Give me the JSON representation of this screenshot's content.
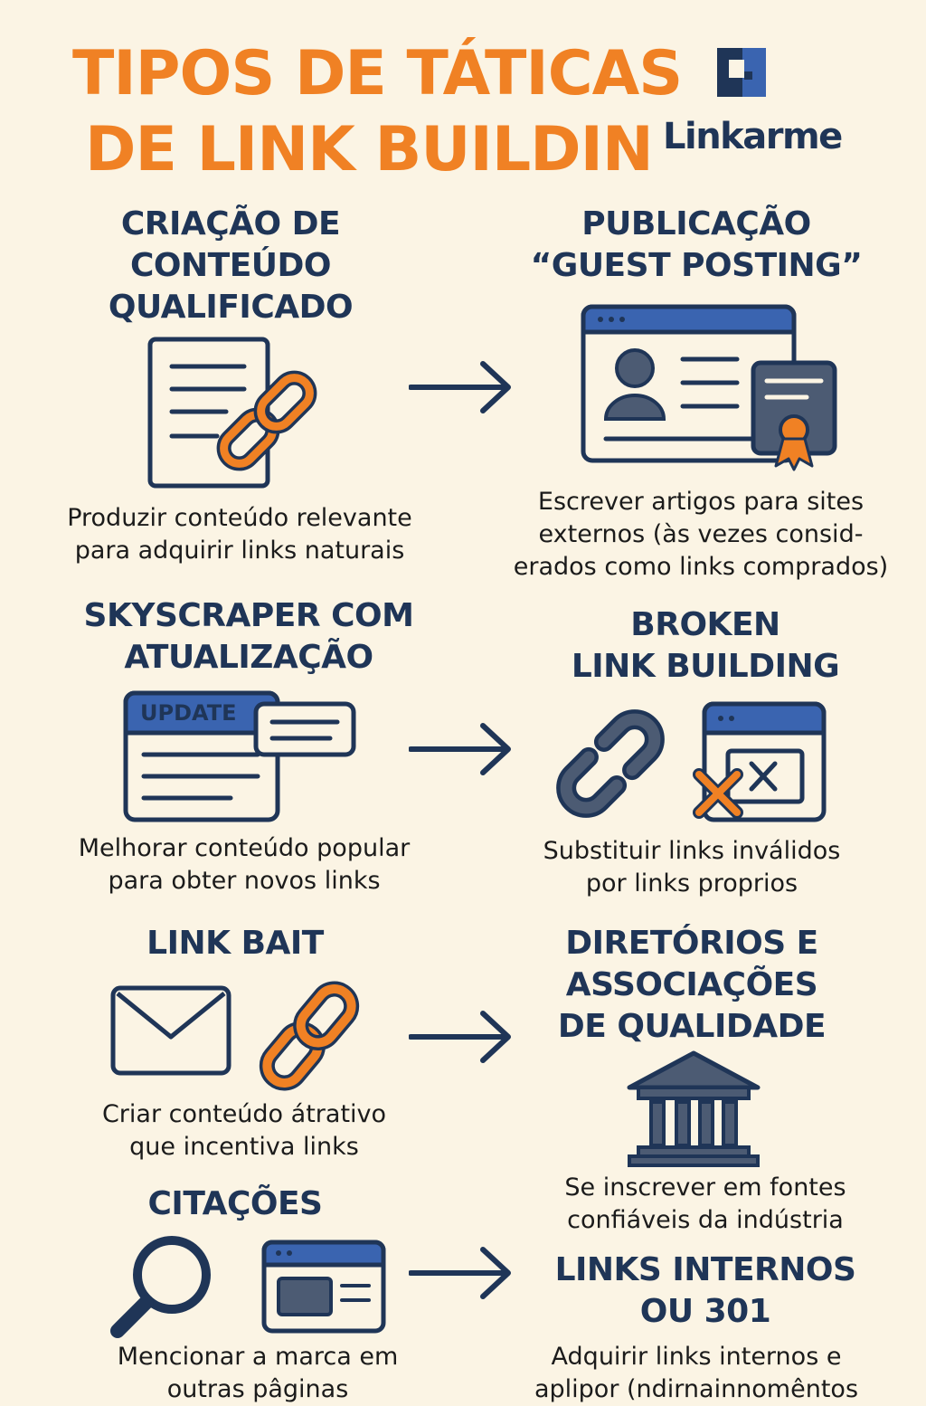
{
  "header": {
    "title_lines": [
      "TIPOS DE TÁTICAS",
      "DE LINK BUILDIN"
    ],
    "brand": "Linkarme"
  },
  "colors": {
    "background": "#fbf4e4",
    "title_orange": "#f08124",
    "navy": "#1f3557",
    "accent_blue": "#3a64b0",
    "icon_gray": "#4c5b73"
  },
  "tactics": [
    {
      "title_lines": [
        "CRIAÇÃO DE",
        "CONTEÚDO",
        "QUALIFICADO"
      ],
      "desc_lines": [
        "Produzir conteúdo relevante",
        "para adquirir links naturais"
      ],
      "icon": "document-chain-icon"
    },
    {
      "title_lines": [
        "PUBLICAÇÃO",
        "“GUEST POSTING”"
      ],
      "desc_lines": [
        "Escrever artigos para sites",
        "externos (às vezes consid-",
        "erados como links comprados)"
      ],
      "icon": "browser-profile-certificate-icon"
    },
    {
      "title_lines": [
        "SKYSCRAPER COM",
        "ATUALIZAÇÃO"
      ],
      "desc_lines": [
        "Melhorar conteúdo popular",
        "para obter novos links"
      ],
      "icon": "update-window-icon",
      "badge": "UPDATE"
    },
    {
      "title_lines": [
        "BROKEN",
        "LINK BUILDING"
      ],
      "desc_lines": [
        "Substituir links inválidos",
        "por links proprios"
      ],
      "icon": "broken-link-icon"
    },
    {
      "title_lines": [
        "LINK BAIT"
      ],
      "desc_lines": [
        "Criar conteúdo átrativo",
        "que incentiva links"
      ],
      "icon": "envelope-chain-icon"
    },
    {
      "title_lines": [
        "DIRETÓRIOS E",
        "ASSOCIAÇÕES",
        "DE QUALIDADE"
      ],
      "desc_lines": [
        "Se inscrever em fontes",
        "confiáveis da indústria"
      ],
      "icon": "institution-icon"
    },
    {
      "title_lines": [
        "CITAÇÕES"
      ],
      "desc_lines": [
        "Mencionar a marca em",
        "outras pâginas"
      ],
      "icon": "magnifier-window-icon"
    },
    {
      "title_lines": [
        "LINKS INTERNOS",
        "OU 301"
      ],
      "desc_lines": [
        "Adquirir links internos e",
        "aplipor (ndirnainnomêntos"
      ],
      "icon": "redirect-icon"
    }
  ]
}
